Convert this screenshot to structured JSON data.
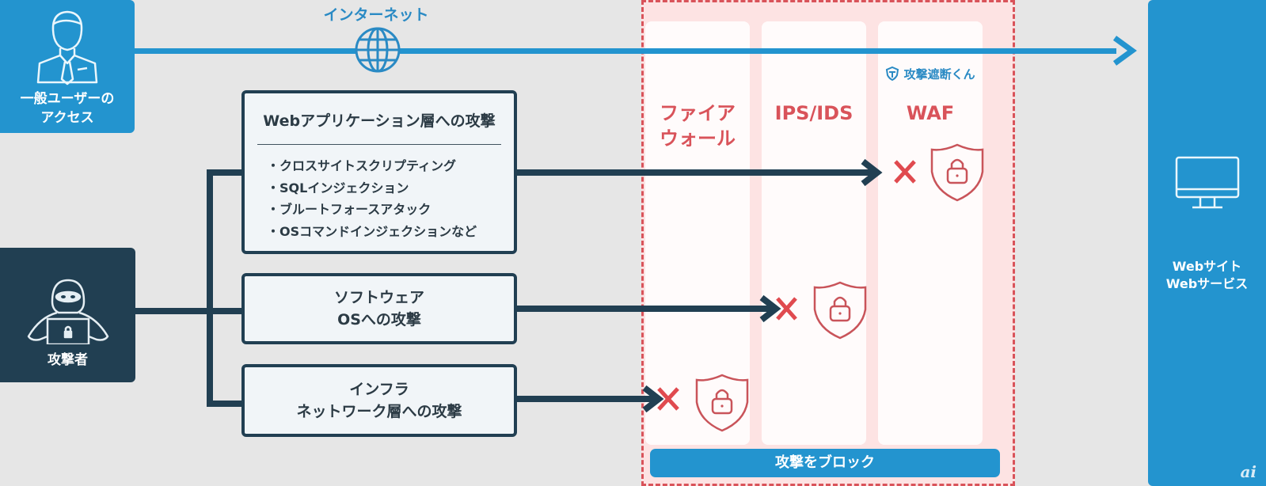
{
  "internet": {
    "label": "インターネット",
    "icon": "globe-icon"
  },
  "user": {
    "label": "一般ユーザーの\nアクセス",
    "icon": "businessman-icon"
  },
  "attacker": {
    "label": "攻撃者",
    "icon": "hooded-hacker-laptop-icon"
  },
  "attacks": {
    "web": {
      "title": "Webアプリケーション層への攻撃",
      "items": [
        "・クロスサイトスクリプティング",
        "・SQLインジェクション",
        "・ブルートフォースアタック",
        "・OSコマンドインジェクションなど"
      ],
      "blocked_by": "WAF"
    },
    "os": {
      "label": "ソフトウェア\nOSへの攻撃",
      "blocked_by": "IPS/IDS"
    },
    "infra": {
      "label": "インフラ\nネットワーク層への攻撃",
      "blocked_by": "ファイアウォール"
    }
  },
  "defense": {
    "layers": [
      {
        "title": "ファイア\nウォール"
      },
      {
        "title": "IPS/IDS"
      },
      {
        "title": "WAF",
        "brand": "攻撃遮断くん"
      }
    ],
    "block_label": "攻撃をブロック"
  },
  "website": {
    "label": "Webサイト\nWebサービス",
    "icon": "monitor-icon"
  },
  "watermark": "ai",
  "colors": {
    "primary_blue": "#2394cf",
    "navy": "#213f52",
    "alert_red": "#d9535a",
    "zone_pink": "#fde3e3"
  }
}
